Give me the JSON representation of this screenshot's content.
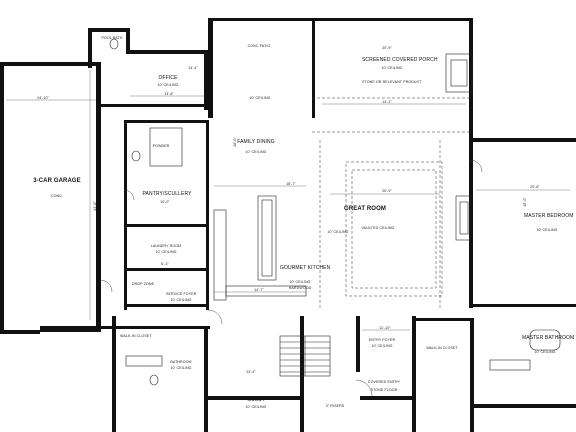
{
  "rooms": {
    "garage": {
      "name": "3-CAR GARAGE",
      "finish": "CONC."
    },
    "office": {
      "name": "OFFICE",
      "ceiling": "10' CEILING"
    },
    "pool_bath": {
      "name": "POOL BATH"
    },
    "powder": {
      "name": "POWDER"
    },
    "pantry": {
      "name": "PANTRY/SCULLERY"
    },
    "laundry": {
      "name": "LAUNDRY ROOM",
      "ceiling": "10' CEILING"
    },
    "drop_zone": {
      "name": "DROP ZONE"
    },
    "service_foyer": {
      "name": "SERVICE FOYER",
      "ceiling": "10' CEILING"
    },
    "walkin_left": {
      "name": "WALK-IN CLOSET"
    },
    "bathroom": {
      "name": "BATHROOM",
      "ceiling": "10' CEILING"
    },
    "guest": {
      "name": "GUEST",
      "ceiling": "10' CEILING"
    },
    "family_dining": {
      "name": "FAMILY DINING",
      "ceiling": "10' CEILING"
    },
    "kitchen": {
      "name": "GOURMET KITCHEN",
      "ceiling": "10' CEILING",
      "floor": "HARDWOOD"
    },
    "great_room": {
      "name": "GREAT ROOM",
      "ceiling": "10' CEILING"
    },
    "vaulted": {
      "name": "VAULTED CEILING"
    },
    "porch": {
      "name": "SCREENED COVERED PORCH",
      "ceiling": "10' CEILING"
    },
    "patio": {
      "name": "CONC PATIO"
    },
    "master_bedroom": {
      "name": "MASTER BEDROOM",
      "ceiling": "10' CEILING"
    },
    "master_bathroom": {
      "name": "MASTER BATHROOM",
      "ceiling": "10' CEILING"
    },
    "entry_foyer": {
      "name": "ENTRY FOYER",
      "ceiling": "10' CEILING"
    },
    "walkin_right": {
      "name": "WALK-IN CLOSET"
    },
    "covered_entry": {
      "name": "COVERED ENTRY",
      "floor": "STONE FLOOR"
    }
  },
  "dimensions": {
    "garage_width": "24'-10\"",
    "garage_depth": "34'-8\"",
    "office_w": "13'-8\"",
    "office_d": "14'-4\"",
    "family_d": "16'-0\"",
    "family_w": "16'-7\"",
    "kitchen_w": "14'-7\"",
    "porch_w": "20'-9\"",
    "porch_d": "14'-1\"",
    "great_w": "20'-9\"",
    "master_w": "20'-6\"",
    "master_d": "15'-0\"",
    "entry_w": "11'-10\"",
    "guest_w": "13'-4\"",
    "pantry_w": "10'-0\"",
    "laundry_d": "6'-3\""
  },
  "notes": {
    "porch_note": "STONE OR RELEVANT PRODUCT",
    "ceiling_rail": "10' CEILING",
    "steps": "3\" RISERS"
  }
}
